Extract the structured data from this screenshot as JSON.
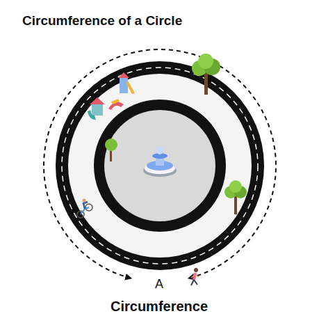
{
  "diagram": {
    "title": "Circumference of a Circle",
    "caption": "Circumference",
    "labels": [
      "A"
    ]
  }
}
